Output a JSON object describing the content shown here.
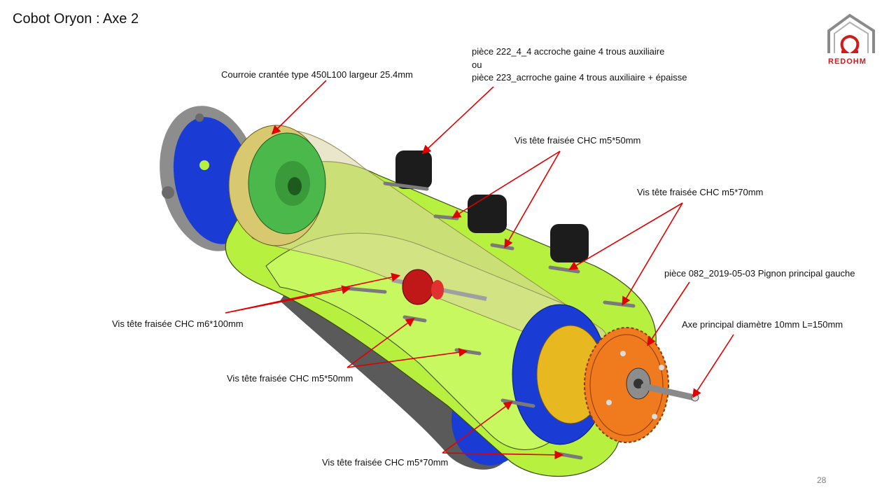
{
  "slide": {
    "title": "Cobot Oryon : Axe 2",
    "page_number": "28",
    "logo_text": "REDOHM"
  },
  "labels": {
    "courroie": "Courroie  crantée type 450L100 largeur 25.4mm",
    "piece222_line1": "pièce 222_4_4  accroche gaine 4 trous auxiliaire",
    "piece222_line2": "ou",
    "piece222_line3": "pièce 223_acrroche  gaine 4 trous auxiliaire + épaisse",
    "vis_m5_50_top": "Vis tête fraisée CHC m5*50mm",
    "vis_m5_70_right": "Vis tête fraisée CHC m5*70mm",
    "piece082": "pièce 082_2019-05-03  Pignon principal gauche",
    "axe": "Axe principal diamètre  10mm  L=150mm",
    "vis_m6_100": "Vis tête fraisée CHC m6*100mm",
    "vis_m5_50_bottom": "Vis tête fraisée CHC m5*50mm",
    "vis_m5_70_bottom": "Vis tête fraisée CHC m5*70mm"
  },
  "colors": {
    "frame": "#b8f040",
    "motor_blue": "#1a3cd4",
    "gear_orange": "#f07a1e",
    "pulley_green": "#4ab84a",
    "belt": "#d8d2a0",
    "arrow": "#e00000",
    "clip_black": "#1c1c1c",
    "spacer_red": "#c01818"
  }
}
